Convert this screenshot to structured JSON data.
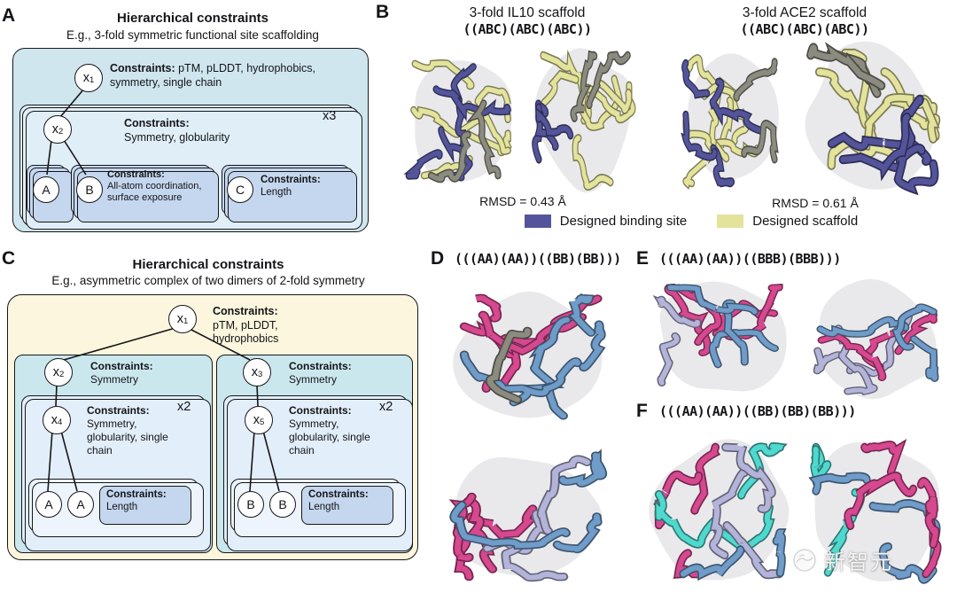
{
  "colors": {
    "binding": "#54549b",
    "scaffold": "#e3e39c",
    "pink": "#d6488f",
    "blue": "#6f9cc9",
    "lavender": "#b4b4da",
    "cyan": "#4fd8ce",
    "gray": "#8b8b80",
    "panel_a_outer_bg": "#cfe6ef",
    "panel_a_inner_bg": "#e0eef8",
    "leaf_box_bg": "#c5d7ee",
    "panel_c_outer_bg": "#fbf6dd",
    "branch_box_bg": "#cbe7ee"
  },
  "panel_a": {
    "letter": "A",
    "title": "Hierarchical constraints",
    "subtitle": "E.g., 3-fold symmetric functional site scaffolding",
    "multiplier": "x3",
    "nodes": {
      "x1": {
        "base": "x",
        "sub": "1"
      },
      "x2": {
        "base": "x",
        "sub": "2"
      },
      "a": "A",
      "b": "B",
      "c": "C"
    },
    "constraints": {
      "root_title": "Constraints:",
      "root_body": "pTM, pLDDT, hydrophobics, symmetry, single chain",
      "mid_title": "Constraints:",
      "mid_body": "Symmetry, globularity",
      "b_title": "Constraints:",
      "b_body": "All-atom coordination, surface exposure",
      "c_title": "Constraints:",
      "c_body": "Length"
    }
  },
  "panel_b": {
    "letter": "B",
    "groups": [
      {
        "title": "3-fold IL10 scaffold",
        "formula": "((ABC)(ABC)(ABC))",
        "rmsd": "RMSD = 0.43 Å"
      },
      {
        "title": "3-fold ACE2 scaffold",
        "formula": "((ABC)(ABC)(ABC))",
        "rmsd": "RMSD = 0.61 Å"
      }
    ],
    "legend": [
      {
        "label": "Designed binding site",
        "color_key": "binding"
      },
      {
        "label": "Designed scaffold",
        "color_key": "scaffold"
      }
    ]
  },
  "panel_c": {
    "letter": "C",
    "title": "Hierarchical constraints",
    "subtitle": "E.g., asymmetric complex of two dimers of 2-fold symmetry",
    "multiplier": "x2",
    "nodes": {
      "x1": {
        "base": "x",
        "sub": "1"
      },
      "x2": {
        "base": "x",
        "sub": "2"
      },
      "x3": {
        "base": "x",
        "sub": "3"
      },
      "x4": {
        "base": "x",
        "sub": "4"
      },
      "x5": {
        "base": "x",
        "sub": "5"
      },
      "a": "A",
      "b": "B"
    },
    "constraints": {
      "root_title": "Constraints:",
      "root_body": "pTM, pLDDT, hydrophobics",
      "sym_title": "Constraints:",
      "sym_body": "Symmetry",
      "inner_title": "Constraints:",
      "inner_body": "Symmetry, globularity, single chain",
      "leaf_title": "Constraints:",
      "leaf_body": "Length"
    }
  },
  "panel_d": {
    "letter": "D",
    "formula": "(((AA)(AA))((BB)(BB)))"
  },
  "panel_e": {
    "letter": "E",
    "formula": "(((AA)(AA))((BBB)(BBB)))"
  },
  "panel_f": {
    "letter": "F",
    "formula": "(((AA)(AA))((BB)(BB)(BB)))"
  },
  "watermark": {
    "text": "新智元"
  }
}
